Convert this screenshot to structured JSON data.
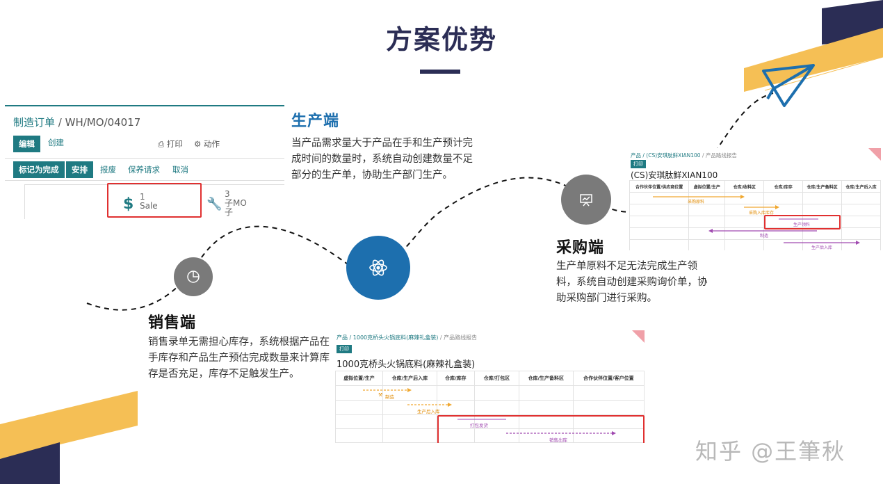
{
  "title": "方案优势",
  "mo_form": {
    "breadcrumb_root": "制造订单",
    "breadcrumb_sep": " / ",
    "breadcrumb_ref": "WH/MO/04017",
    "edit": "编辑",
    "create": "创建",
    "print": "打印",
    "action": "动作",
    "mark_done": "标记为完成",
    "schedule": "安排",
    "scrap": "报废",
    "maintenance": "保养请求",
    "cancel": "取消",
    "stat_sale_count": "1",
    "stat_sale_label": "Sale",
    "stat_mo_count": "3",
    "stat_mo_label": "子MO",
    "stat_mo_sub": "子"
  },
  "production": {
    "heading": "生产端",
    "body": "当产品需求量大于产品在手和生产预计完成时间的数量时，系统自动创建数量不足部分的生产单，协助生产部门生产。"
  },
  "purchase": {
    "heading": "采购端",
    "body": "生产单原料不足无法完成生产领料，系统自动创建采购询价单，协助采购部门进行采购。"
  },
  "sales": {
    "heading": "销售端",
    "body": "销售录单无需担心库存，系统根据产品在手库存和产品生产预估完成数量来计算库存是否充足，库存不足触发生产。"
  },
  "report_purchase": {
    "bc_product": "产品",
    "bc_sep": " / ",
    "bc_item": "(CS)安琪肽鲜XIAN100",
    "bc_report": "产品路线报告",
    "print": "打印",
    "title": "(CS)安琪肽鲜XIAN100",
    "columns": [
      "合作伙伴位置/供应商位置",
      "虚拟位置/生产",
      "仓库/收料区",
      "仓库/库存",
      "仓库/生产备料区",
      "仓库/生产后入库"
    ],
    "flows": [
      "采购原料",
      "采购入库库存",
      "生产领料",
      "制造",
      "生产后入库"
    ]
  },
  "report_sales": {
    "bc_product": "产品",
    "bc_sep": " / ",
    "bc_item": "1000克桥头火锅底料(麻辣礼盒装)",
    "bc_report": "产品路线报告",
    "print": "打印",
    "title": "1000克桥头火锅底料(麻辣礼盒装)",
    "columns": [
      "虚拟位置/生产",
      "仓库/生产后入库",
      "仓库/库存",
      "仓库/打包区",
      "仓库/生产备料区",
      "合作伙伴位置/客户位置"
    ],
    "flows": [
      "制造",
      "生产后入库",
      "打包发货",
      "销售出库"
    ]
  },
  "watermark": "知乎 @王筆秋",
  "colors": {
    "navy": "#2b2d55",
    "gold": "#f5bf55",
    "teal": "#1f7a82",
    "blue_circle": "#1d6fae",
    "grey_circle": "#7a7a7a",
    "red_box": "#e03030",
    "purple_flow": "#a04ab0",
    "orange_flow": "#f0a830"
  },
  "icons": {
    "paper_plane": "paper-plane-icon",
    "sales": "pie-chart-icon",
    "production": "atom-icon",
    "purchase": "presentation-icon"
  }
}
